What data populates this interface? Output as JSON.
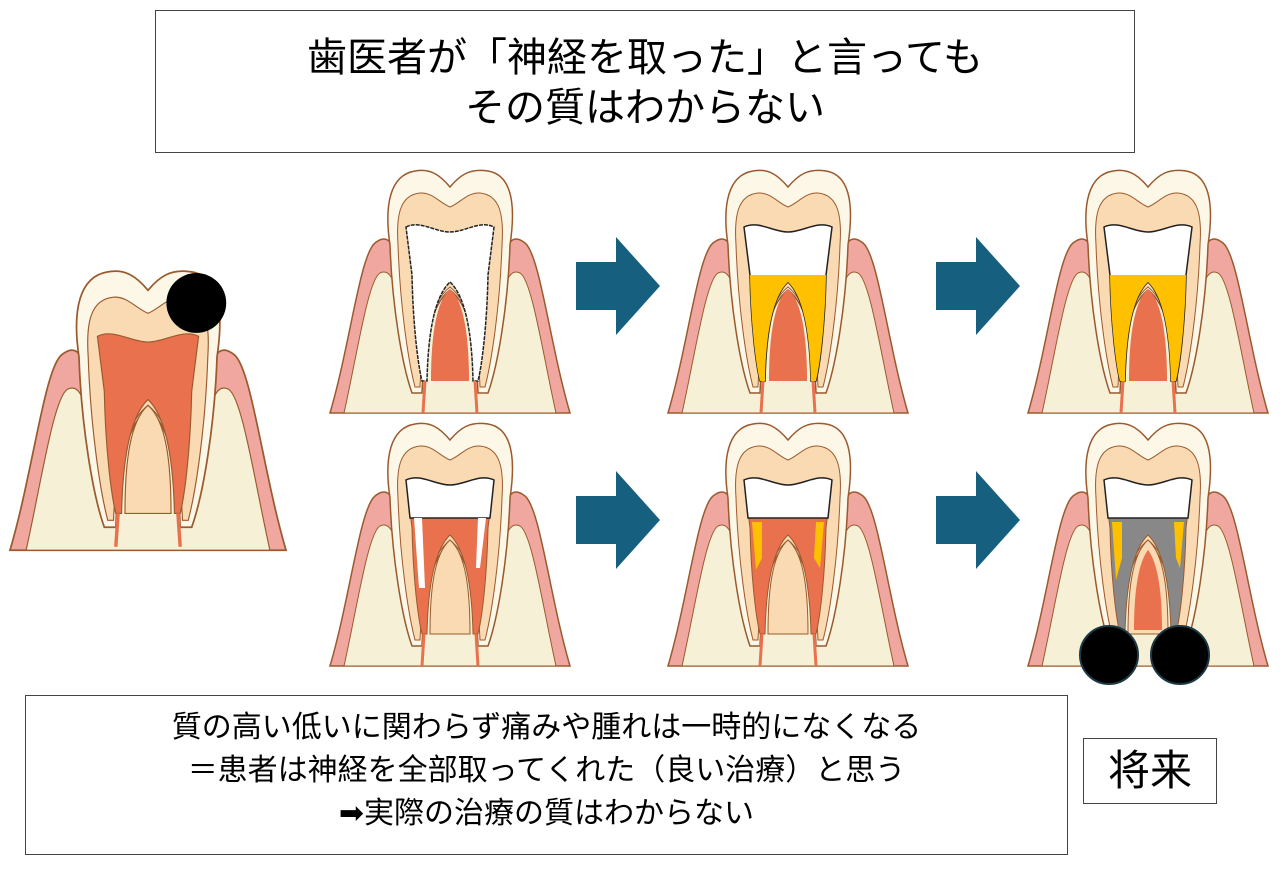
{
  "title": {
    "lines": [
      "歯医者が「神経を取った」と言っても",
      "その質はわからない"
    ]
  },
  "note": {
    "lines": [
      "質の高い低いに関わらず痛みや腫れは一時的になくなる",
      "＝患者は神経を全部取ってくれた（良い治療）と思う",
      "➡実際の治療の質はわからない"
    ]
  },
  "future_label": "将来",
  "colors": {
    "gum": "#f0a7a0",
    "bone": "#f6f1d6",
    "enamel": "#fdf7e8",
    "dentin": "#f9dab2",
    "pulp": "#e9714d",
    "filling": "#ffc000",
    "residue": "#888888",
    "arrow": "#175f7e",
    "outline": "#9a5a2e"
  }
}
